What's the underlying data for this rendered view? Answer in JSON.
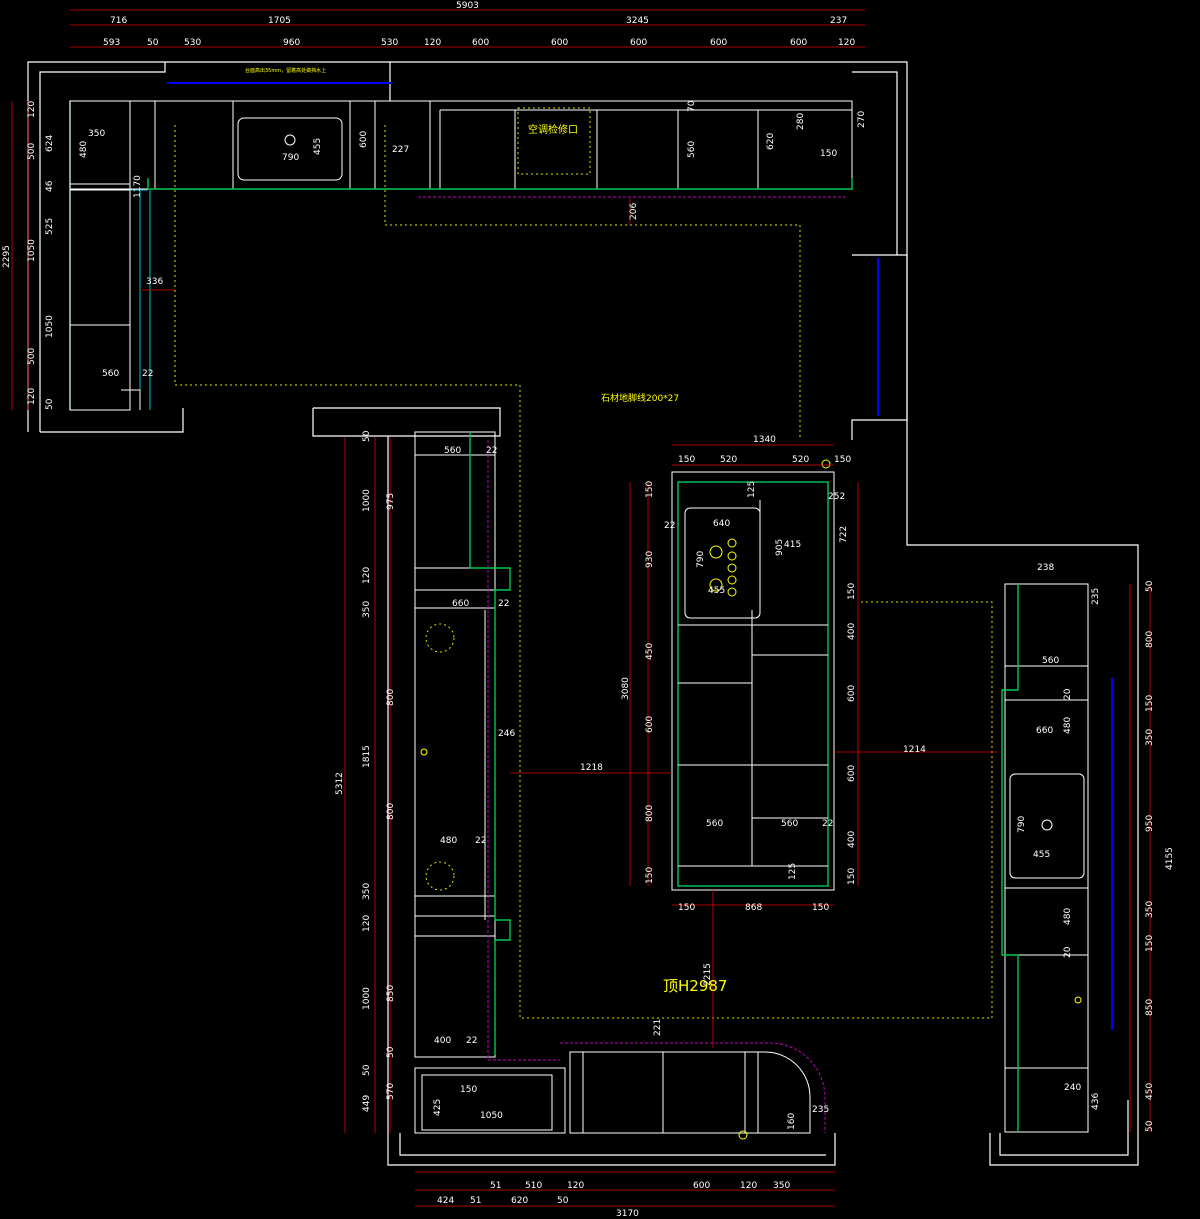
{
  "labels": {
    "ac_access": "空调检修口",
    "floor_trim": "石材地脚线200*27",
    "ceiling": "顶H2987",
    "note_top": "台面高出35mm，留着高处做挡水上"
  },
  "top_dims_row1": [
    "716",
    "1705",
    "3245",
    "237"
  ],
  "top_total": "5903",
  "top_dims_row2": [
    "593",
    "50",
    "530",
    "960",
    "530",
    "120",
    "600",
    "600",
    "600",
    "600",
    "600",
    "120"
  ],
  "left_dims": [
    "120",
    "500",
    "624",
    "46",
    "525",
    "1050",
    "1050",
    "500",
    "120",
    "50"
  ],
  "left_total": "2295",
  "mid_dims": [
    "50",
    "1000",
    "975",
    "120",
    "350",
    "800",
    "1815",
    "800",
    "350",
    "120",
    "1000",
    "850",
    "50",
    "50",
    "449",
    "570"
  ],
  "mid_total": "5312",
  "island_dims": {
    "top": "1340",
    "row": [
      "150",
      "520",
      "520",
      "150"
    ],
    "bottom": [
      "150",
      "868",
      "150"
    ],
    "left_total": "3080",
    "left": [
      "150",
      "930",
      "450",
      "600",
      "800",
      "150"
    ],
    "right": [
      "722",
      "150",
      "400",
      "600",
      "600",
      "400",
      "150"
    ]
  },
  "right_dims": [
    "50",
    "800",
    "150",
    "350",
    "950",
    "350",
    "150",
    "850",
    "450",
    "50"
  ],
  "right_total": "4155",
  "bottom_dims_row1": [
    "51",
    "510",
    "120",
    "600",
    "120",
    "350"
  ],
  "bottom_dims_row2": [
    "424",
    "51",
    "620",
    "50"
  ],
  "bottom_total": "3170",
  "inner_dims": [
    "350",
    "480",
    "1170",
    "336",
    "560",
    "22",
    "790",
    "455",
    "600",
    "227",
    "206",
    "70",
    "560",
    "620",
    "280",
    "150",
    "270",
    "560",
    "22",
    "660",
    "22",
    "246",
    "1218",
    "480",
    "22",
    "400",
    "22",
    "640",
    "790",
    "905",
    "415",
    "455",
    "252",
    "125",
    "22",
    "560",
    "560",
    "22",
    "125",
    "1214",
    "238",
    "235",
    "560",
    "20",
    "660",
    "480",
    "790",
    "455",
    "480",
    "20",
    "2215",
    "221",
    "150",
    "1050",
    "425",
    "235",
    "160",
    "240",
    "436"
  ]
}
